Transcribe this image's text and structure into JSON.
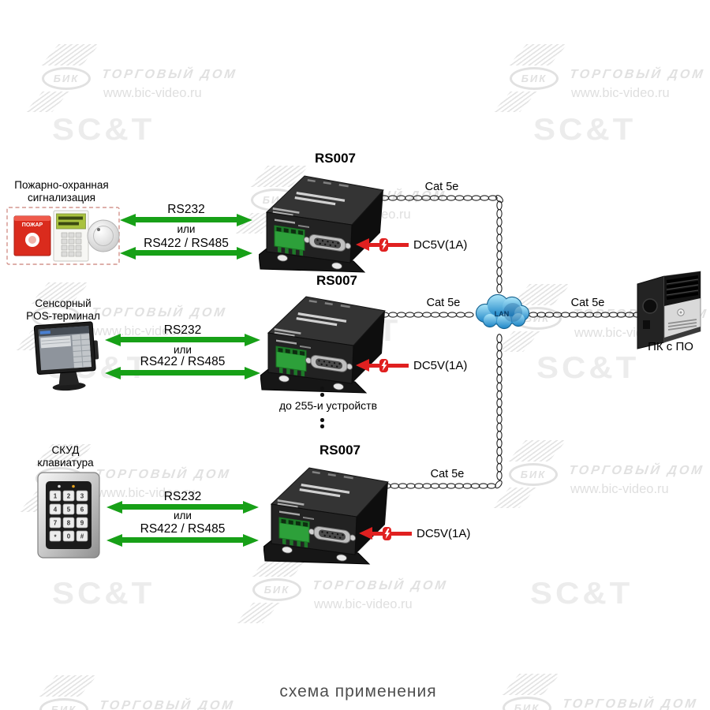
{
  "watermark": {
    "logo": "БИК",
    "company": "ТОРГОВЫЙ ДОМ",
    "site": "www.bic-video.ru",
    "brand": "SC&T"
  },
  "caption": "схема применения",
  "converter": {
    "model": "RS007",
    "cable": "Cat 5e",
    "power": "DC5V(1A)"
  },
  "links": {
    "rs232": "RS232",
    "or": "или",
    "rs485": "RS422 / RS485"
  },
  "network": {
    "lan": "LAN",
    "pc": "ПК с ПО",
    "chain_note": "до 255-и устройств"
  },
  "sources": [
    {
      "line1": "Пожарно-охранная",
      "line2": "сигнализация"
    },
    {
      "line1": "Сенсорный",
      "line2": "POS-терминал"
    },
    {
      "line1": "СКУД",
      "line2": "клавиатура"
    }
  ],
  "fire_button": "ПОЖАР",
  "keypad": {
    "keys": [
      "1",
      "2",
      "3",
      "4",
      "5",
      "6",
      "7",
      "8",
      "9",
      "*",
      "0",
      "#"
    ]
  },
  "colors": {
    "arrow_green": "#17A017",
    "power_red": "#E02020",
    "cloud_blue": "#2E9AD2",
    "watermark_gray": "#E2E2E2"
  }
}
